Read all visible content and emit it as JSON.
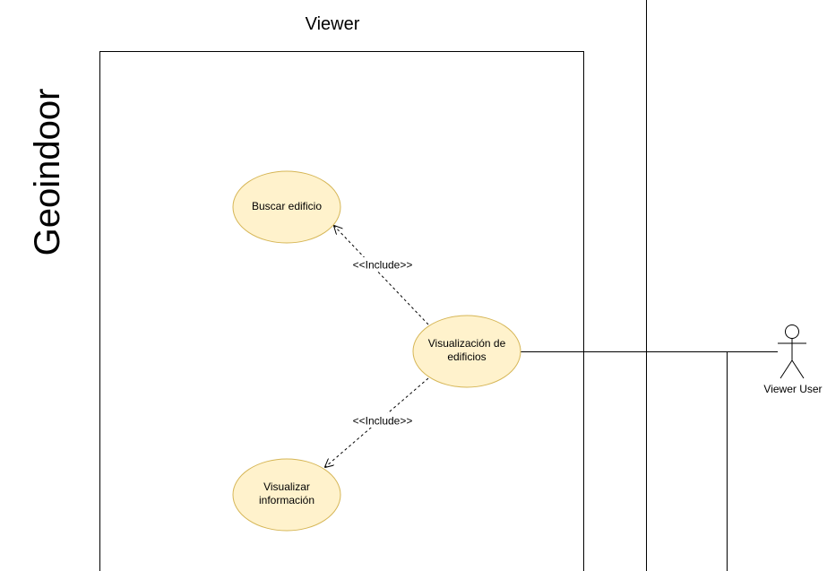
{
  "diagram": {
    "vertical_title": "Geoindoor",
    "subsystem_title": "Viewer",
    "use_cases": {
      "buscar": "Buscar edificio",
      "visualizacion": [
        "Visualización de",
        "edificios"
      ],
      "informacion": [
        "Visualizar",
        "información"
      ]
    },
    "include_labels": {
      "top": "<<Include>>",
      "bottom": "<<Include>>"
    },
    "actor": {
      "label": "Viewer User"
    },
    "colors": {
      "use_case_fill": "#fff2cc",
      "use_case_stroke": "#d6b656",
      "line": "#000000"
    }
  }
}
